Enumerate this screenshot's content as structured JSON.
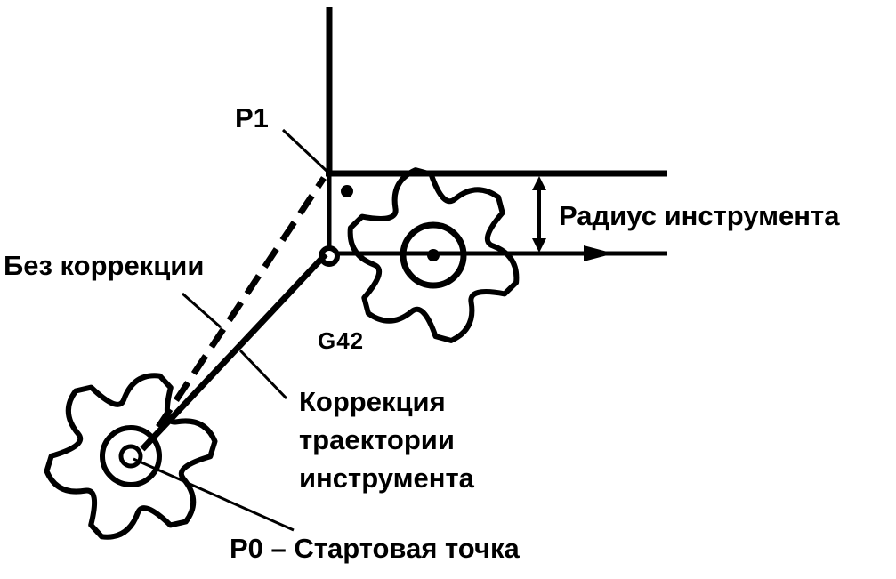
{
  "labels": {
    "p1": "P1",
    "tool_radius": "Радиус инструмента",
    "no_correction": "Без коррекции",
    "g42": "G42",
    "path_correction_1": "Коррекция",
    "path_correction_2": "траектории",
    "path_correction_3": "инструмента",
    "p0_start": "P0 – Стартовая точка"
  },
  "colors": {
    "ink": "#000000",
    "paper": "#ffffff"
  },
  "icons": [
    "gear-cutter-icon",
    "gear-cutter-icon",
    "arrow-right-icon",
    "double-arrow-icon"
  ]
}
